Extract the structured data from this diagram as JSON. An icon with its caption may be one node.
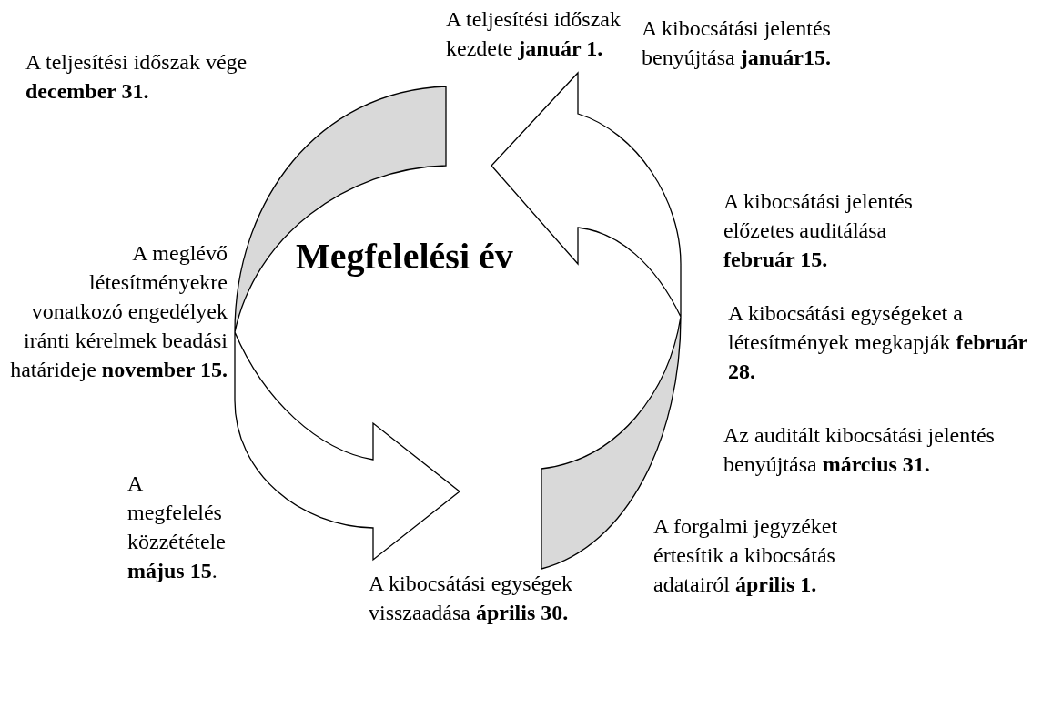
{
  "diagram": {
    "labels": [
      "A teljesítési időszak kezdete **január 1.**",
      "A kibocsátási jelentés benyújtása **január15.**",
      "A teljesítési időszak vége **december 31.**",
      "A kibocsátási jelentés előzetes auditálása **február 15.**",
      "Megfelelési év",
      "A meglévő létesítményekre vonatkozó engedélyek iránti kérelmek beadási határideje **november 15.**",
      "A kibocsátási egységeket a létesítmények megkapják **február 28.**",
      "Az auditált kibocsátási jelentés benyújtása **március 31.**",
      "A megfelelés közzététele **május 15**.",
      "A forgalmi jegyzéket értesítik a kibocsátás adatairól **április 1.**",
      "A kibocsátási egységek visszaadása **április 30.**"
    ]
  }
}
